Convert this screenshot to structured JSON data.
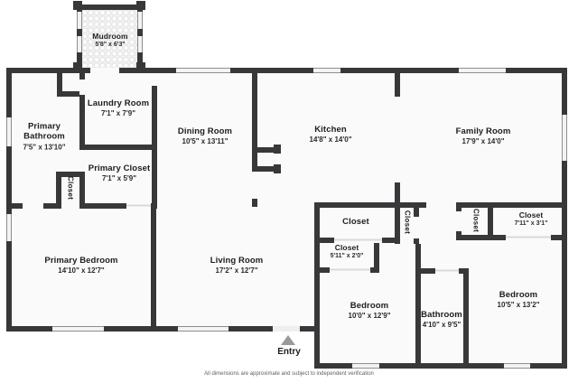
{
  "rooms": [
    {
      "name": "Mudroom",
      "dims": "5'8\" x 6'3\""
    },
    {
      "name": "Laundry Room",
      "dims": "7'1\" x 7'9\""
    },
    {
      "name": "Primary Bathroom",
      "dims": "7'5\" x 13'10\""
    },
    {
      "name": "Primary Closet",
      "dims": "7'1\" x 5'9\""
    },
    {
      "name": "Dining Room",
      "dims": "10'5\" x 13'11\""
    },
    {
      "name": "Kitchen",
      "dims": "14'8\" x 14'0\""
    },
    {
      "name": "Family Room",
      "dims": "17'9\" x 14'0\""
    },
    {
      "name": "Primary Bedroom",
      "dims": "14'10\" x 12'7\""
    },
    {
      "name": "Living Room",
      "dims": "17'2\" x 12'7\""
    },
    {
      "name": "Closet",
      "dims": ""
    },
    {
      "name": "Closet",
      "dims": "5'11\" x 2'0\""
    },
    {
      "name": "Closet",
      "dims": "7'11\" x 3'1\""
    },
    {
      "name": "Bedroom",
      "dims": "10'0\" x 12'9\""
    },
    {
      "name": "Bathroom",
      "dims": "4'10\" x 9'5\""
    },
    {
      "name": "Bedroom",
      "dims": "10'5\" x 13'2\""
    }
  ],
  "vertical_closets": [
    {
      "label": "Closet"
    },
    {
      "label": "Closet"
    },
    {
      "label": "Closet"
    }
  ],
  "entry": {
    "label": "Entry"
  },
  "disclaimer": "All dimensions are approximate and subject to independent verification",
  "colors": {
    "wall": "#38383a",
    "floor": "#fafafa",
    "window_fill": "#f3f3f3",
    "window_edge": "#8f8f8f",
    "entry_arrow": "#9a9a9a",
    "text": "#1d1d1f"
  }
}
